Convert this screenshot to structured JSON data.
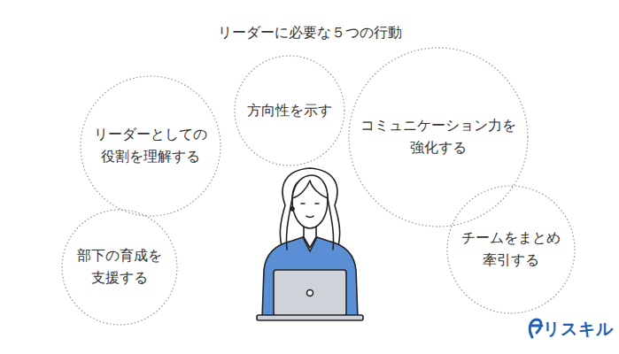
{
  "diagram": {
    "title": "リーダーに必要な５つの行動",
    "nodes": [
      {
        "text": [
          "リーダーとしての 役割を理解する"
        ]
      },
      {
        "text": [
          "方向性を示す"
        ]
      },
      {
        "text": [
          "コミュニケーション力を 強化する"
        ]
      },
      {
        "text": [
          "部下の育成を 支援する"
        ]
      },
      {
        "text": [
          "チームをまとめ 牽引する"
        ]
      }
    ],
    "labels": [
      "リスキル"
    ]
  }
}
